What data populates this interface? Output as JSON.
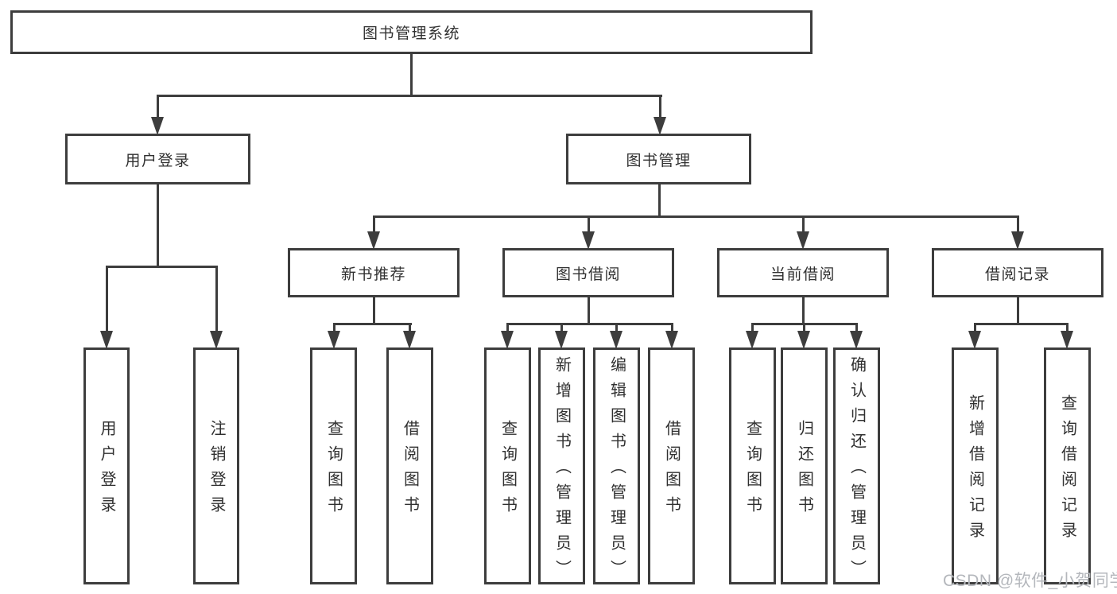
{
  "diagram": {
    "root": {
      "label": "图书管理系统"
    },
    "level2": [
      {
        "label": "用户登录",
        "children": [
          {
            "label": "用户登录"
          },
          {
            "label": "注销登录"
          }
        ]
      },
      {
        "label": "图书管理",
        "children": [
          {
            "label": "新书推荐",
            "children": [
              {
                "label": "查询图书"
              },
              {
                "label": "借阅图书"
              }
            ]
          },
          {
            "label": "图书借阅",
            "children": [
              {
                "label": "查询图书"
              },
              {
                "label": "新增图书（管理员）"
              },
              {
                "label": "编辑图书（管理员）"
              },
              {
                "label": "借阅图书"
              }
            ]
          },
          {
            "label": "当前借阅",
            "children": [
              {
                "label": "查询图书"
              },
              {
                "label": "归还图书"
              },
              {
                "label": "确认归还（管理员）"
              }
            ]
          },
          {
            "label": "借阅记录",
            "children": [
              {
                "label": "新增借阅记录"
              },
              {
                "label": "查询借阅记录"
              }
            ]
          }
        ]
      }
    ],
    "watermark": "CSDN @软件_小贺同学",
    "colors": {
      "line": "#3d3d3d",
      "text": "#303030",
      "watermark": "#b4b7bc",
      "background": "#ffffff"
    }
  }
}
